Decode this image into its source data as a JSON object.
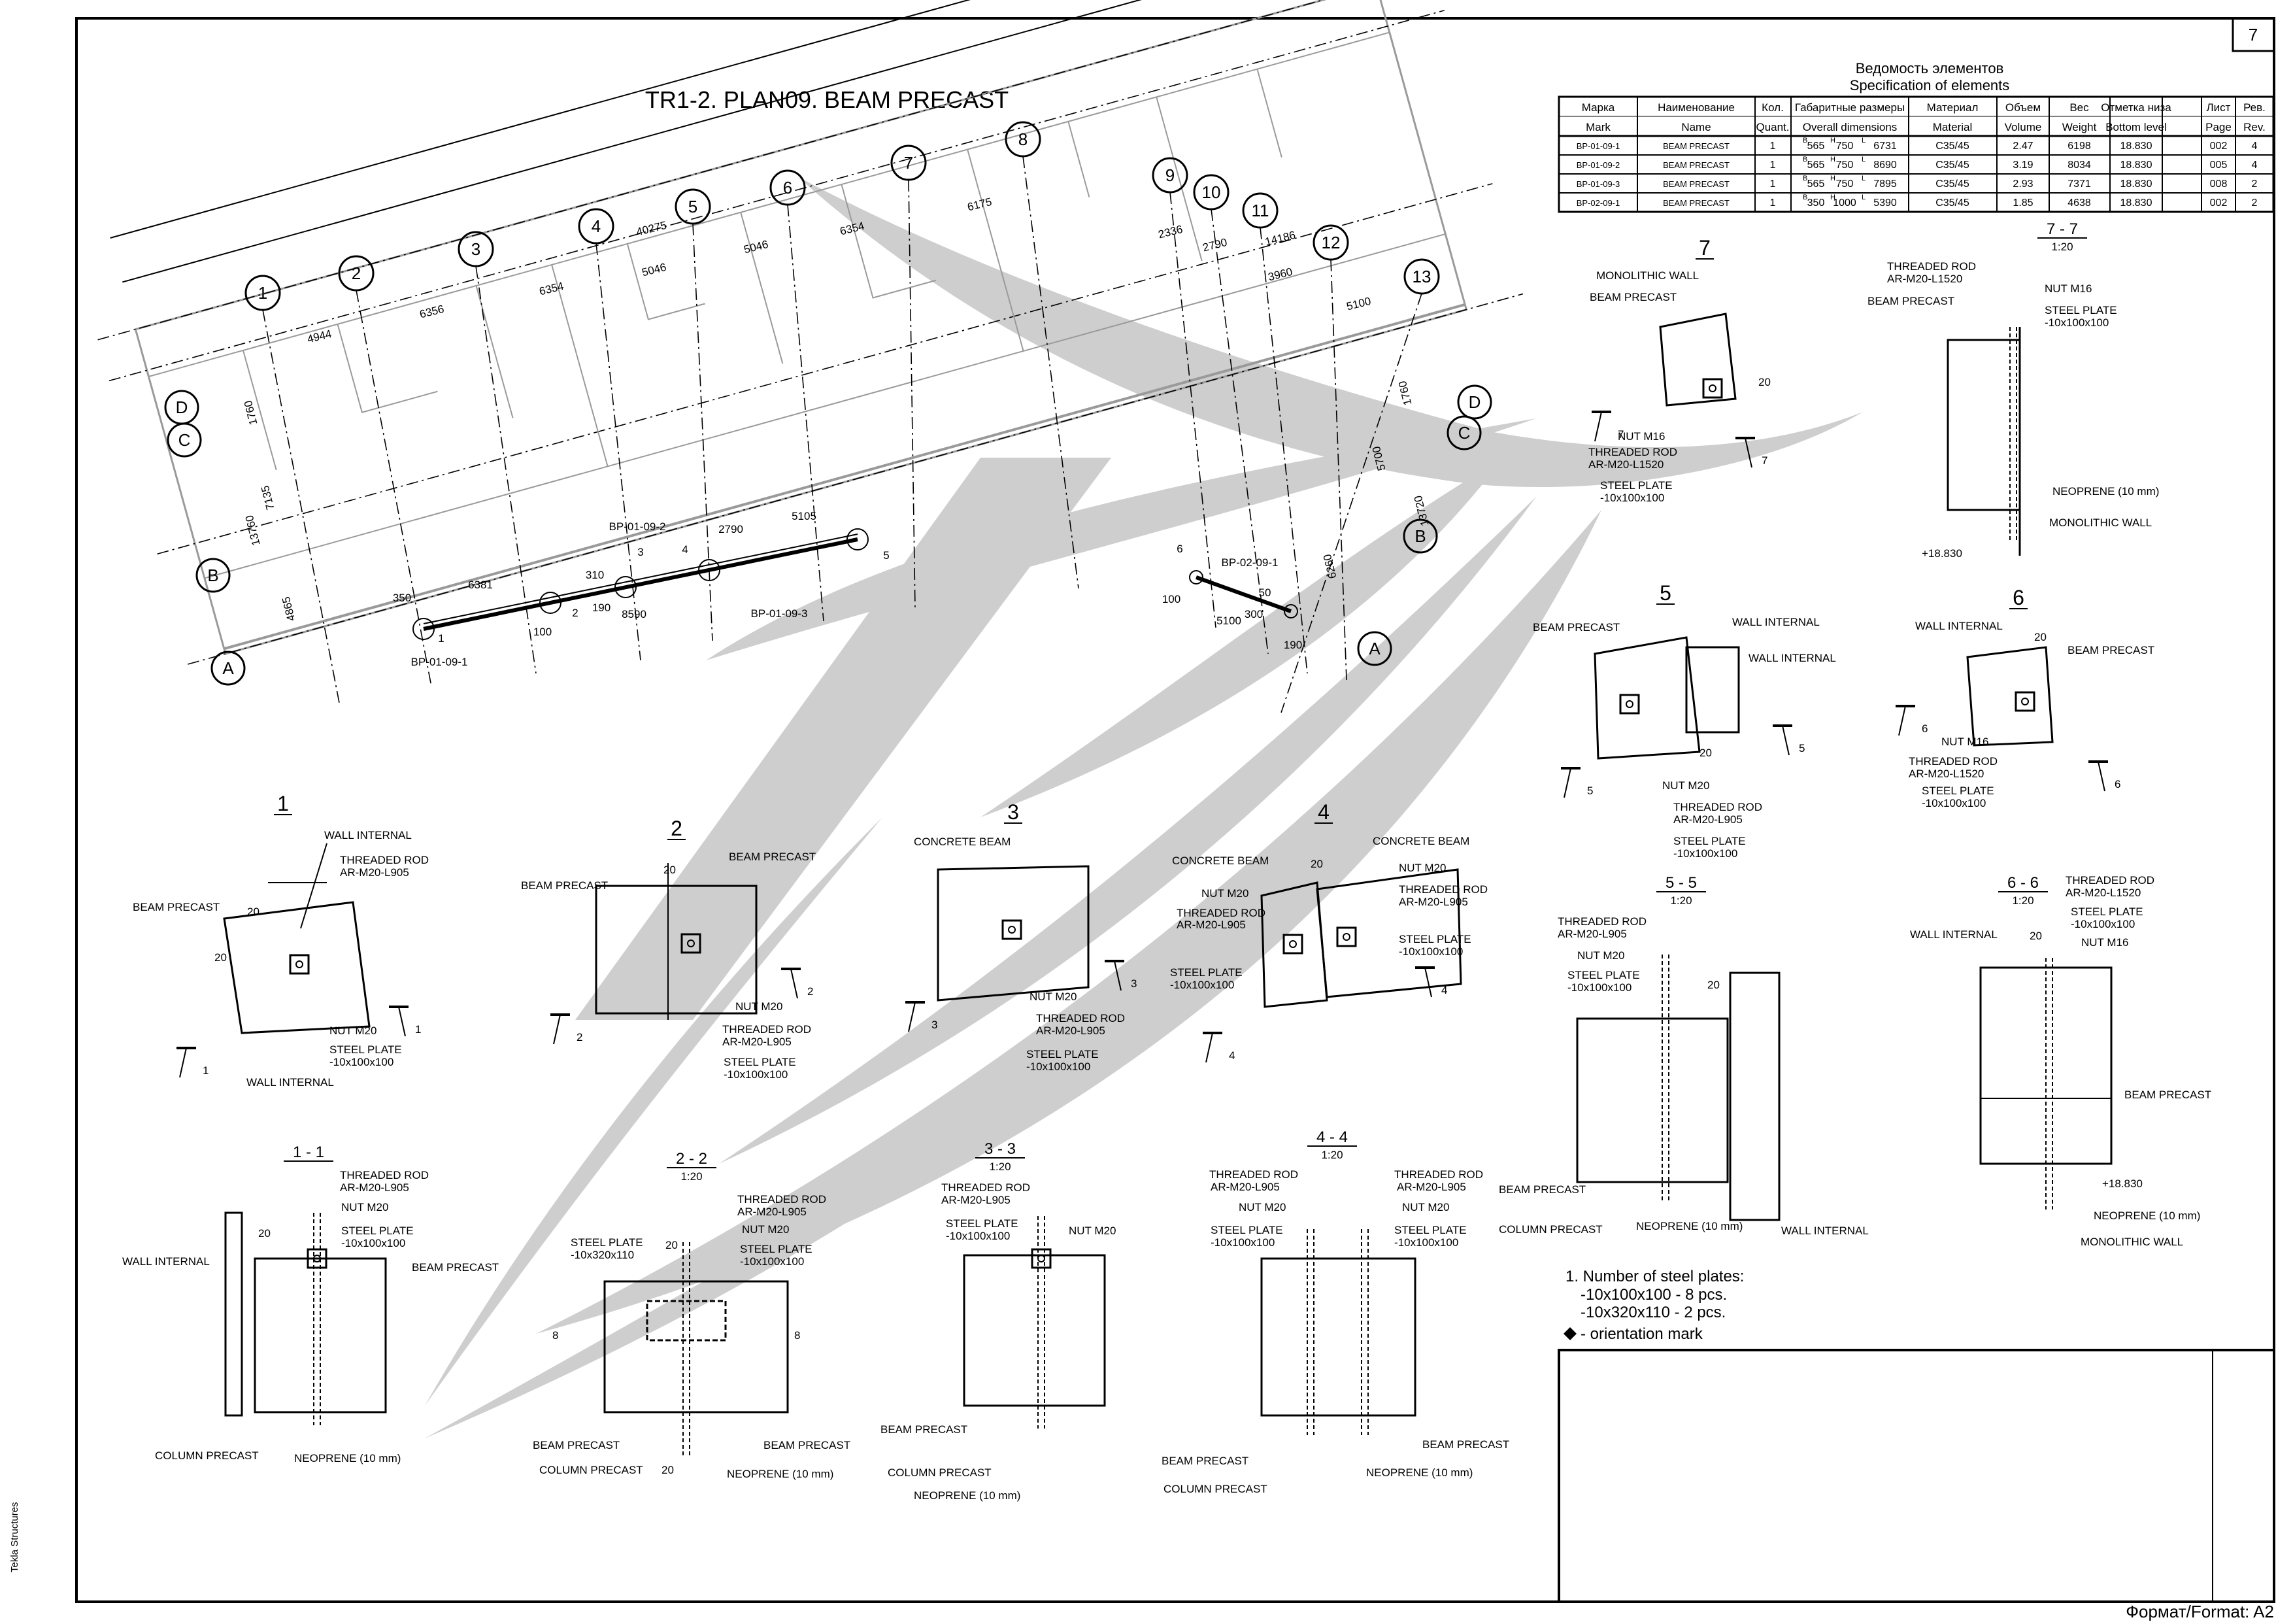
{
  "sheet": {
    "title": "TR1-2. PLAN09. BEAM PRECAST",
    "page_number": "7",
    "format": "Формат/Format: A2",
    "software": "Tekla Structures"
  },
  "spec": {
    "title_ru": "Ведомость элементов",
    "title_en": "Specification of elements",
    "headers_ru": [
      "Марка",
      "Наименование",
      "Кол.",
      "Габаритные размеры",
      "Материал",
      "Объем",
      "Вес",
      "Отметка низа",
      "Лист",
      "Рев."
    ],
    "headers_en": [
      "Mark",
      "Name",
      "Quant.",
      "Overall dimensions",
      "Material",
      "Volume",
      "Weight",
      "Bottom level",
      "Page",
      "Rev."
    ],
    "rows": [
      {
        "mark": "BP-01-09-1",
        "name": "BEAM PRECAST",
        "qty": "1",
        "b": "565",
        "h": "750",
        "l": "6731",
        "material": "C35/45",
        "volume": "2.47",
        "weight": "6198",
        "level": "18.830",
        "page": "002",
        "rev": "4"
      },
      {
        "mark": "BP-01-09-2",
        "name": "BEAM PRECAST",
        "qty": "1",
        "b": "565",
        "h": "750",
        "l": "8690",
        "material": "C35/45",
        "volume": "3.19",
        "weight": "8034",
        "level": "18.830",
        "page": "005",
        "rev": "4"
      },
      {
        "mark": "BP-01-09-3",
        "name": "BEAM PRECAST",
        "qty": "1",
        "b": "565",
        "h": "750",
        "l": "7895",
        "material": "C35/45",
        "volume": "2.93",
        "weight": "7371",
        "level": "18.830",
        "page": "008",
        "rev": "2"
      },
      {
        "mark": "BP-02-09-1",
        "name": "BEAM PRECAST",
        "qty": "1",
        "b": "350",
        "h": "1000",
        "l": "5390",
        "material": "C35/45",
        "volume": "1.85",
        "weight": "4638",
        "level": "18.830",
        "page": "002",
        "rev": "2"
      }
    ],
    "dim_letters": [
      "B",
      "H",
      "L"
    ]
  },
  "plan": {
    "axes_numbers": [
      "1",
      "2",
      "3",
      "4",
      "5",
      "6",
      "7",
      "8",
      "9",
      "10",
      "11",
      "12",
      "13"
    ],
    "axes_letters_left": [
      "D",
      "C",
      "B",
      "A"
    ],
    "axes_letters_right": [
      "D",
      "C",
      "B",
      "A"
    ],
    "dims_top": [
      "4944",
      "6356",
      "6354",
      "5046",
      "5046",
      "6354",
      "6175",
      "40275",
      "2336",
      "2790",
      "14186",
      "3960",
      "5100"
    ],
    "dims_left": [
      "1760",
      "7135",
      "13760",
      "4865"
    ],
    "dims_right": [
      "1760",
      "5700",
      "13720",
      "6260"
    ],
    "dims_beam": [
      "350",
      "6381",
      "310",
      "190",
      "100",
      "8590",
      "2790",
      "5105",
      "100",
      "5100",
      "50",
      "300",
      "190"
    ],
    "beam_marks": [
      "BP-01-09-1",
      "BP-01-09-2",
      "BP-01-09-3",
      "BP-02-09-1"
    ],
    "callouts": [
      "1",
      "2",
      "3",
      "4",
      "5",
      "6"
    ]
  },
  "details": {
    "d1": {
      "num": "1",
      "labels": [
        "WALL INTERNAL",
        "THREADED ROD",
        "AR-M20-L905",
        "BEAM PRECAST",
        "20",
        "20",
        "NUT M20",
        "STEEL PLATE",
        "-10x100x100",
        "WALL INTERNAL"
      ],
      "cut": "1"
    },
    "d2": {
      "num": "2",
      "labels": [
        "BEAM PRECAST",
        "BEAM PRECAST",
        "20",
        "NUT M20",
        "THREADED ROD",
        "AR-M20-L905",
        "STEEL PLATE",
        "-10x100x100"
      ],
      "cut": "2"
    },
    "d3": {
      "num": "3",
      "labels": [
        "CONCRETE BEAM",
        "NUT M20",
        "THREADED ROD",
        "AR-M20-L905",
        "STEEL PLATE",
        "-10x100x100"
      ],
      "cut": "3"
    },
    "d4": {
      "num": "4",
      "labels": [
        "CONCRETE BEAM",
        "CONCRETE BEAM",
        "NUT M20",
        "THREADED ROD",
        "AR-M20-L905",
        "STEEL PLATE",
        "-10x100x100",
        "20",
        "NUT M20",
        "THREADED ROD",
        "AR-M20-L905",
        "STEEL PLATE",
        "-10x100x100"
      ],
      "cut": "4"
    },
    "d5": {
      "num": "5",
      "labels": [
        "BEAM PRECAST",
        "WALL INTERNAL",
        "WALL INTERNAL",
        "20",
        "NUT M20",
        "THREADED ROD",
        "AR-M20-L905",
        "STEEL PLATE",
        "-10x100x100"
      ],
      "cut": "5"
    },
    "d6": {
      "num": "6",
      "labels": [
        "WALL INTERNAL",
        "20",
        "BEAM PRECAST",
        "NUT M16",
        "THREADED ROD",
        "AR-M20-L1520",
        "STEEL PLATE",
        "-10x100x100"
      ],
      "cut": "6"
    },
    "d7": {
      "num": "7",
      "labels": [
        "MONOLITHIC WALL",
        "BEAM PRECAST",
        "20",
        "NUT M16",
        "THREADED ROD",
        "AR-M20-L1520",
        "STEEL PLATE",
        "-10x100x100"
      ],
      "cut": "7"
    }
  },
  "sections": {
    "s11": {
      "title": "1 - 1",
      "labels": [
        "THREADED ROD",
        "AR-M20-L905",
        "NUT M20",
        "STEEL PLATE",
        "-10x100x100",
        "WALL INTERNAL",
        "20",
        "BEAM PRECAST",
        "COLUMN PRECAST",
        "NEOPRENE (10 mm)"
      ]
    },
    "s22": {
      "title": "2 - 2",
      "scale": "1:20",
      "labels": [
        "THREADED ROD",
        "AR-M20-L905",
        "NUT M20",
        "STEEL PLATE",
        "-10x100x100",
        "STEEL PLATE",
        "-10x320x110",
        "20",
        "8",
        "8",
        "BEAM PRECAST",
        "BEAM PRECAST",
        "COLUMN PRECAST",
        "20",
        "NEOPRENE (10 mm)"
      ]
    },
    "s33": {
      "title": "3 - 3",
      "scale": "1:20",
      "labels": [
        "THREADED ROD",
        "AR-M20-L905",
        "STEEL PLATE",
        "-10x100x100",
        "NUT M20",
        "BEAM PRECAST",
        "COLUMN PRECAST",
        "NEOPRENE (10 mm)"
      ]
    },
    "s44": {
      "title": "4 - 4",
      "scale": "1:20",
      "labels": [
        "THREADED ROD",
        "AR-M20-L905",
        "NUT M20",
        "STEEL PLATE",
        "-10x100x100",
        "THREADED ROD",
        "AR-M20-L905",
        "NUT M20",
        "STEEL PLATE",
        "-10x100x100",
        "BEAM PRECAST",
        "BEAM PRECAST",
        "COLUMN PRECAST",
        "NEOPRENE (10 mm)"
      ]
    },
    "s55": {
      "title": "5 - 5",
      "scale": "1:20",
      "labels": [
        "THREADED ROD",
        "AR-M20-L905",
        "NUT M20",
        "STEEL PLATE",
        "-10x100x100",
        "20",
        "BEAM PRECAST",
        "COLUMN PRECAST",
        "NEOPRENE (10 mm)",
        "WALL INTERNAL"
      ]
    },
    "s66": {
      "title": "6 - 6",
      "scale": "1:20",
      "labels": [
        "THREADED ROD",
        "AR-M20-L1520",
        "STEEL PLATE",
        "-10x100x100",
        "NUT M16",
        "WALL INTERNAL",
        "20",
        "BEAM PRECAST",
        "+18.830",
        "NEOPRENE (10 mm)",
        "MONOLITHIC WALL"
      ]
    },
    "s77": {
      "title": "7 - 7",
      "scale": "1:20",
      "labels": [
        "THREADED ROD",
        "AR-M20-L1520",
        "NUT M16",
        "STEEL PLATE",
        "-10x100x100",
        "BEAM PRECAST",
        "NEOPRENE (10 mm)",
        "MONOLITHIC WALL",
        "+18.830"
      ]
    }
  },
  "notes": {
    "line1": "1. Number of steel plates:",
    "line2": "-10x100x100 - 8 pcs.",
    "line3": "-10x320x110 - 2 pcs.",
    "line4": "- orientation mark"
  }
}
